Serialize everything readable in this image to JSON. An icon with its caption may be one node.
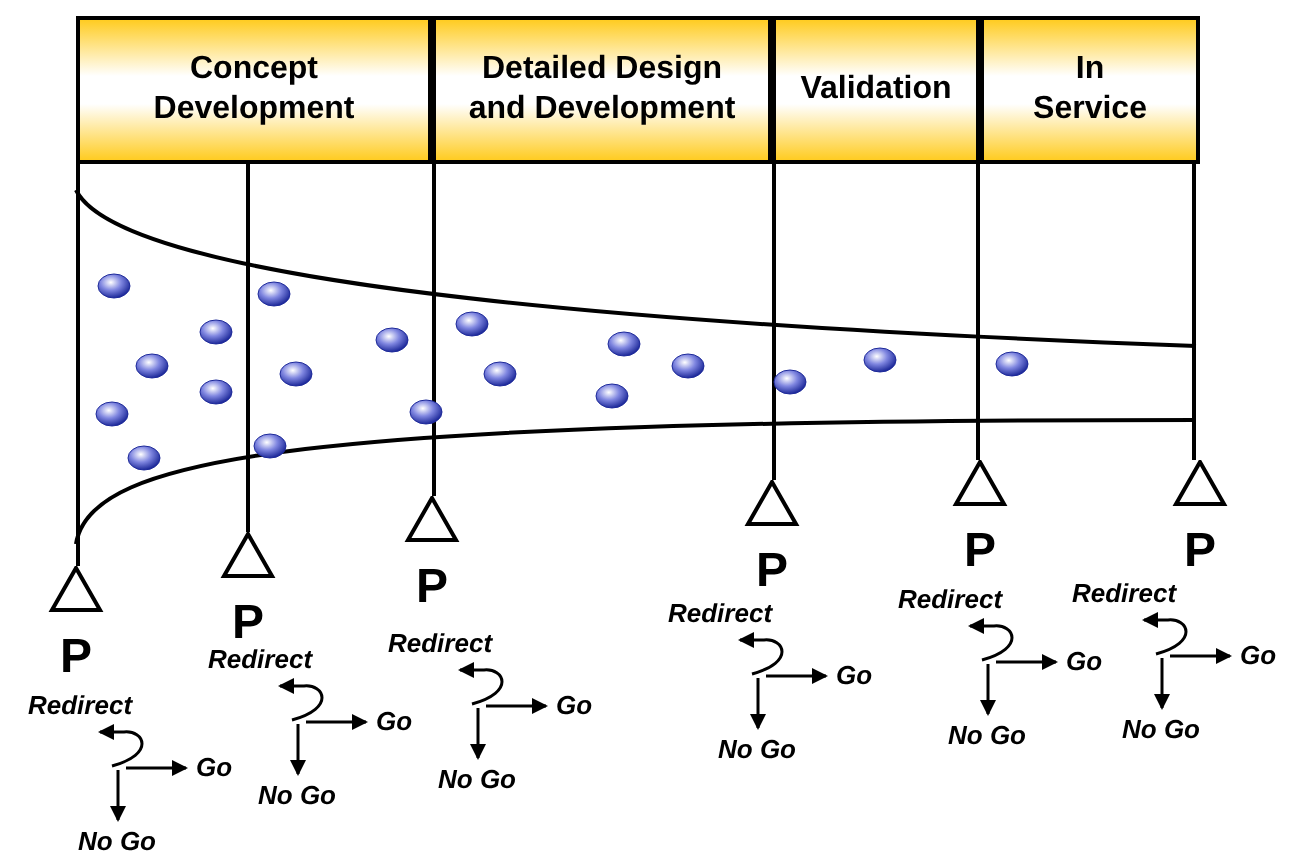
{
  "diagram": {
    "nodes": [
      {
        "text": [
          "Concept Development"
        ]
      },
      {
        "text": [
          "Detailed Design and Development"
        ]
      },
      {
        "text": [
          "Validation"
        ]
      },
      {
        "text": [
          "In Service"
        ]
      },
      {
        "text": [],
        "shape": "triangle",
        "beside": [
          "P"
        ]
      },
      {
        "text": [],
        "shape": "triangle",
        "beside": [
          "P"
        ]
      },
      {
        "text": [],
        "shape": "triangle",
        "beside": [
          "P"
        ]
      },
      {
        "text": [],
        "shape": "triangle",
        "beside": [
          "P"
        ]
      },
      {
        "text": [],
        "shape": "triangle",
        "beside": [
          "P"
        ]
      },
      {
        "text": [],
        "shape": "triangle",
        "beside": [
          "P"
        ]
      }
    ],
    "edges": [
      {
        "from": 0,
        "to": 4,
        "arrow": "none"
      },
      {
        "from": 0,
        "to": 5,
        "arrow": "none"
      },
      {
        "from": 1,
        "to": 6,
        "arrow": "none"
      },
      {
        "from": 2,
        "to": 7,
        "arrow": "none"
      },
      {
        "from": 2,
        "to": 8,
        "arrow": "none"
      },
      {
        "from": 3,
        "to": 9,
        "arrow": "none"
      }
    ],
    "labels": [
      "Redirect",
      "Go",
      "No Go",
      "Redirect",
      "Go",
      "No Go",
      "Redirect",
      "Go",
      "No Go",
      "Redirect",
      "Go",
      "No Go",
      "Redirect",
      "Go",
      "No Go",
      "Redirect",
      "Go",
      "No Go"
    ]
  }
}
